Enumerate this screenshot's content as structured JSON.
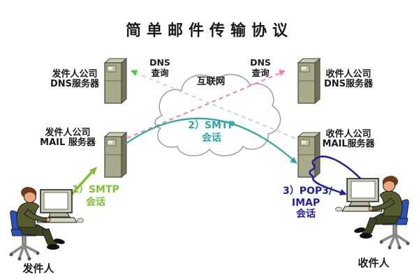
{
  "title": "简单邮件传输协议",
  "nodes": {
    "sender_dns": {
      "line1": "发件人公司",
      "line2": "DNS服务器"
    },
    "sender_mail": {
      "line1": "发件人公司",
      "line2": "MAIL 服务器"
    },
    "recipient_dns": {
      "line1": "收件人公司",
      "line2": "DNS服务器"
    },
    "recipient_mail": {
      "line1": "收件人公司",
      "line2": "MAIL服务器"
    },
    "internet": {
      "label": "互联网"
    },
    "sender": {
      "label": "发件人"
    },
    "recipient": {
      "label": "收件人"
    }
  },
  "annotations": {
    "dns_query_left": {
      "line1": "DNS",
      "line2": "查询"
    },
    "dns_query_right": {
      "line1": "DNS",
      "line2": "查询"
    },
    "smtp_session_1": {
      "line1": "1）SMTP",
      "line2": "会话"
    },
    "smtp_session_2": {
      "line1": "2）SMTP",
      "line2": "会话"
    },
    "pop3_session": {
      "line1": "3）POP3/",
      "line2": "IMAP",
      "line3": "会话"
    }
  },
  "colors": {
    "smtp1_green": "#7fc131",
    "smtp2_teal": "#2fa8a2",
    "pop3_navy": "#22219b",
    "dns_dashed_pink": "#f27fb4",
    "dns_dashed_green": "#b7e3b7",
    "dns_green_arrowhead": "#4ec44e",
    "server_front": "#a9a98c",
    "server_side": "#73735a",
    "server_top": "#cbcbb1",
    "cloud_outline": "#9aa0a0",
    "chair_blue": "#2a52be"
  }
}
